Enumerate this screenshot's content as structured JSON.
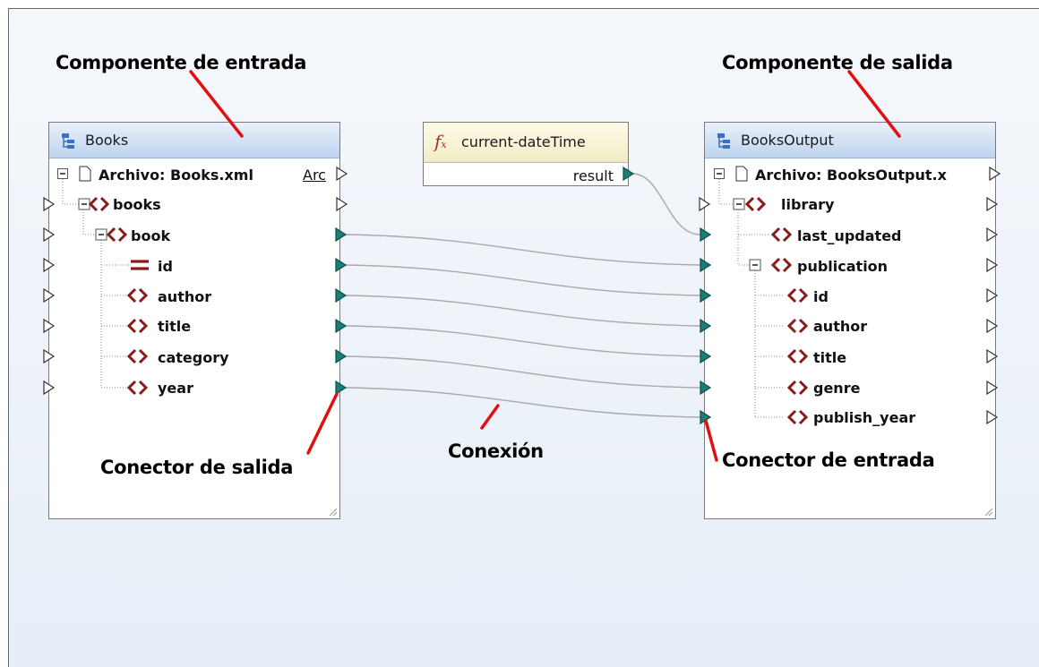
{
  "annotations": {
    "input_component": "Componente de entrada",
    "output_component": "Componente de salida",
    "output_connector": "Conector de salida",
    "connection": "Conexión",
    "input_connector": "Conector de entrada"
  },
  "source_component": {
    "title": "Books",
    "file_row": "Archivo: Books.xml",
    "file_button": "Arc",
    "items": [
      "books",
      "book",
      "id",
      "author",
      "title",
      "category",
      "year"
    ]
  },
  "function_component": {
    "title": "current-dateTime",
    "output": "result"
  },
  "target_component": {
    "title": "BooksOutput",
    "file_row": "Archivo: BooksOutput.x",
    "items": [
      "library",
      "last_updated",
      "publication",
      "id",
      "author",
      "title",
      "genre",
      "publish_year"
    ]
  },
  "colors": {
    "connector_filled": "#1a7d78",
    "element_icon": "#8b1a1a",
    "annotation_line": "#e01010",
    "connection_line": "#a8a8a8"
  }
}
